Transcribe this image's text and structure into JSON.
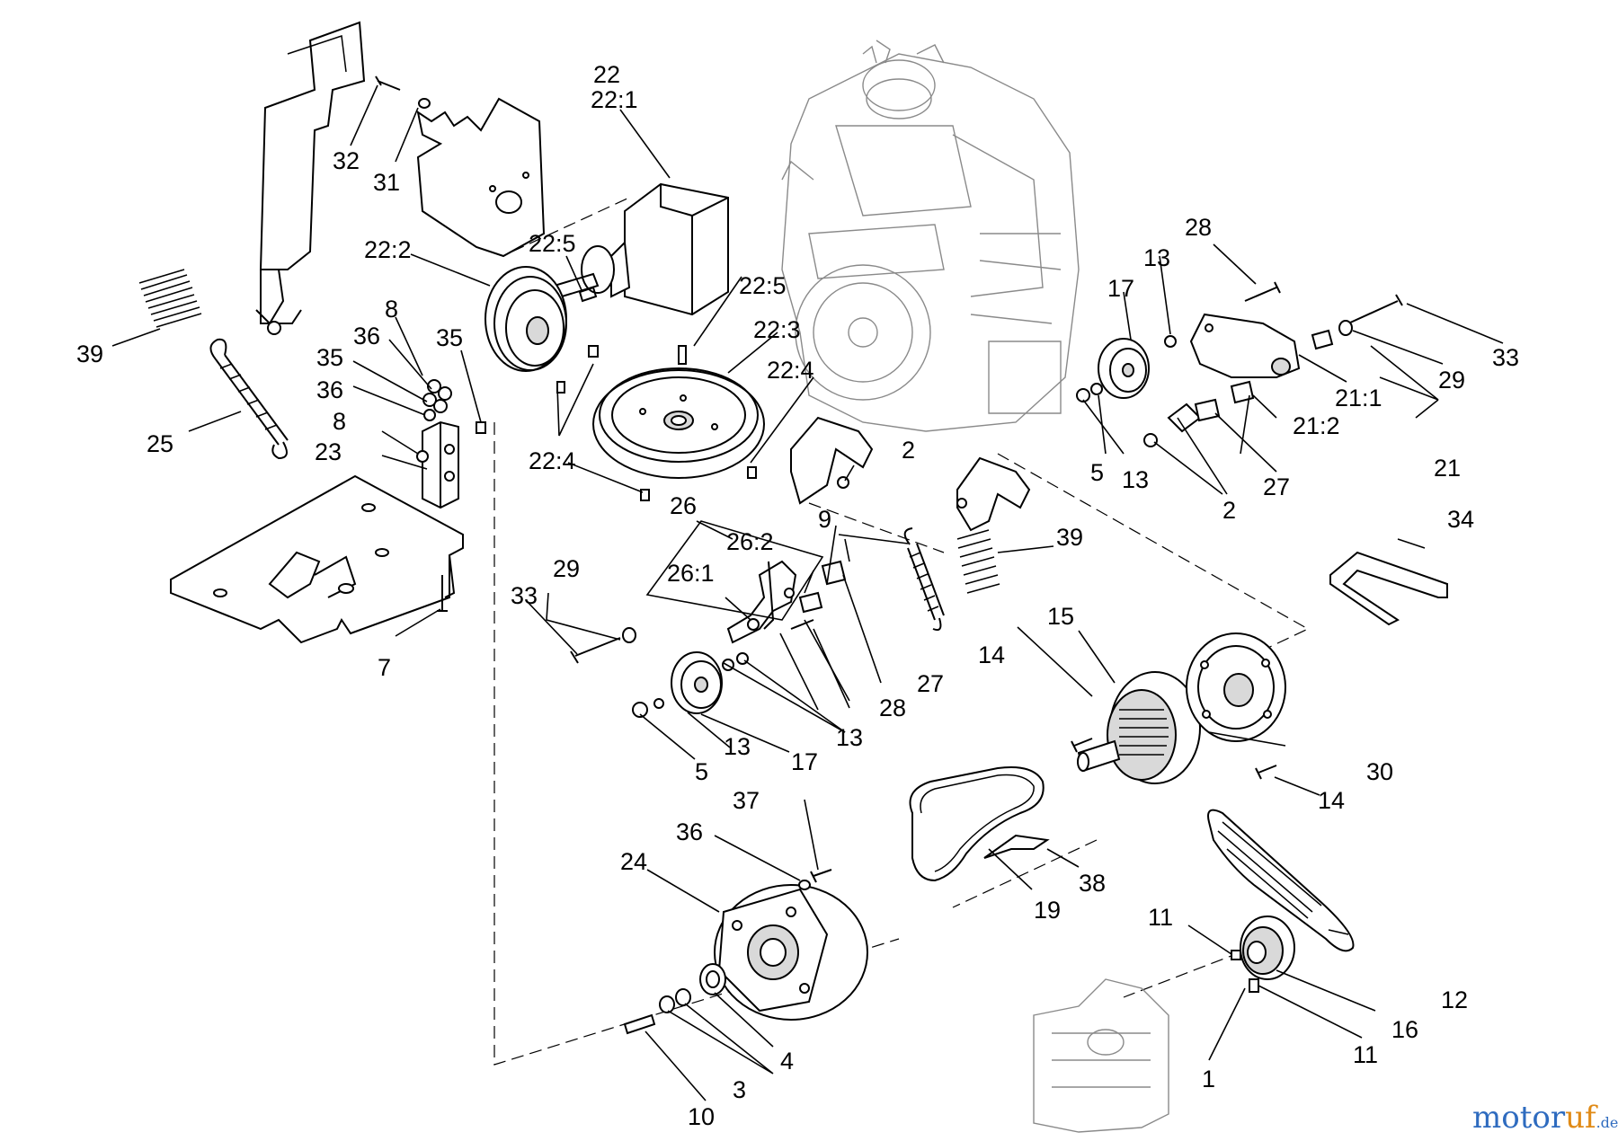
{
  "labels": {
    "l22": "22",
    "l22_1": "22:1",
    "l22_2": "22:2",
    "l22_3": "22:3",
    "l22_4a": "22:4",
    "l22_4b": "22:4",
    "l22_5a": "22:5",
    "l22_5b": "22:5",
    "l32": "32",
    "l31": "31",
    "l39a": "39",
    "l39b": "39",
    "l25": "25",
    "l8a": "8",
    "l8b": "8",
    "l36a": "36",
    "l36b": "36",
    "l36c": "36",
    "l35a": "35",
    "l35b": "35",
    "l23": "23",
    "l7": "7",
    "l28a": "28",
    "l28b": "28",
    "l13a": "13",
    "l13b": "13",
    "l13c": "13",
    "l13d": "13",
    "l17a": "17",
    "l17b": "17",
    "l33a": "33",
    "l33b": "33",
    "l29a": "29",
    "l29b": "29",
    "l21": "21",
    "l21_1": "21:1",
    "l21_2": "21:2",
    "l5a": "5",
    "l5b": "5",
    "l2a": "2",
    "l2b": "2",
    "l27a": "27",
    "l27b": "27",
    "l26": "26",
    "l26_1": "26:1",
    "l26_2": "26:2",
    "l9": "9",
    "l34": "34",
    "l15": "15",
    "l14a": "14",
    "l14b": "14",
    "l30": "30",
    "l38": "38",
    "l19": "19",
    "l37": "37",
    "l24": "24",
    "l4": "4",
    "l3": "3",
    "l10": "10",
    "l11a": "11",
    "l11b": "11",
    "l12": "12",
    "l16": "16",
    "l1": "1"
  },
  "watermark": {
    "part1": "motor",
    "part2": "uf",
    "part3": ".de"
  }
}
